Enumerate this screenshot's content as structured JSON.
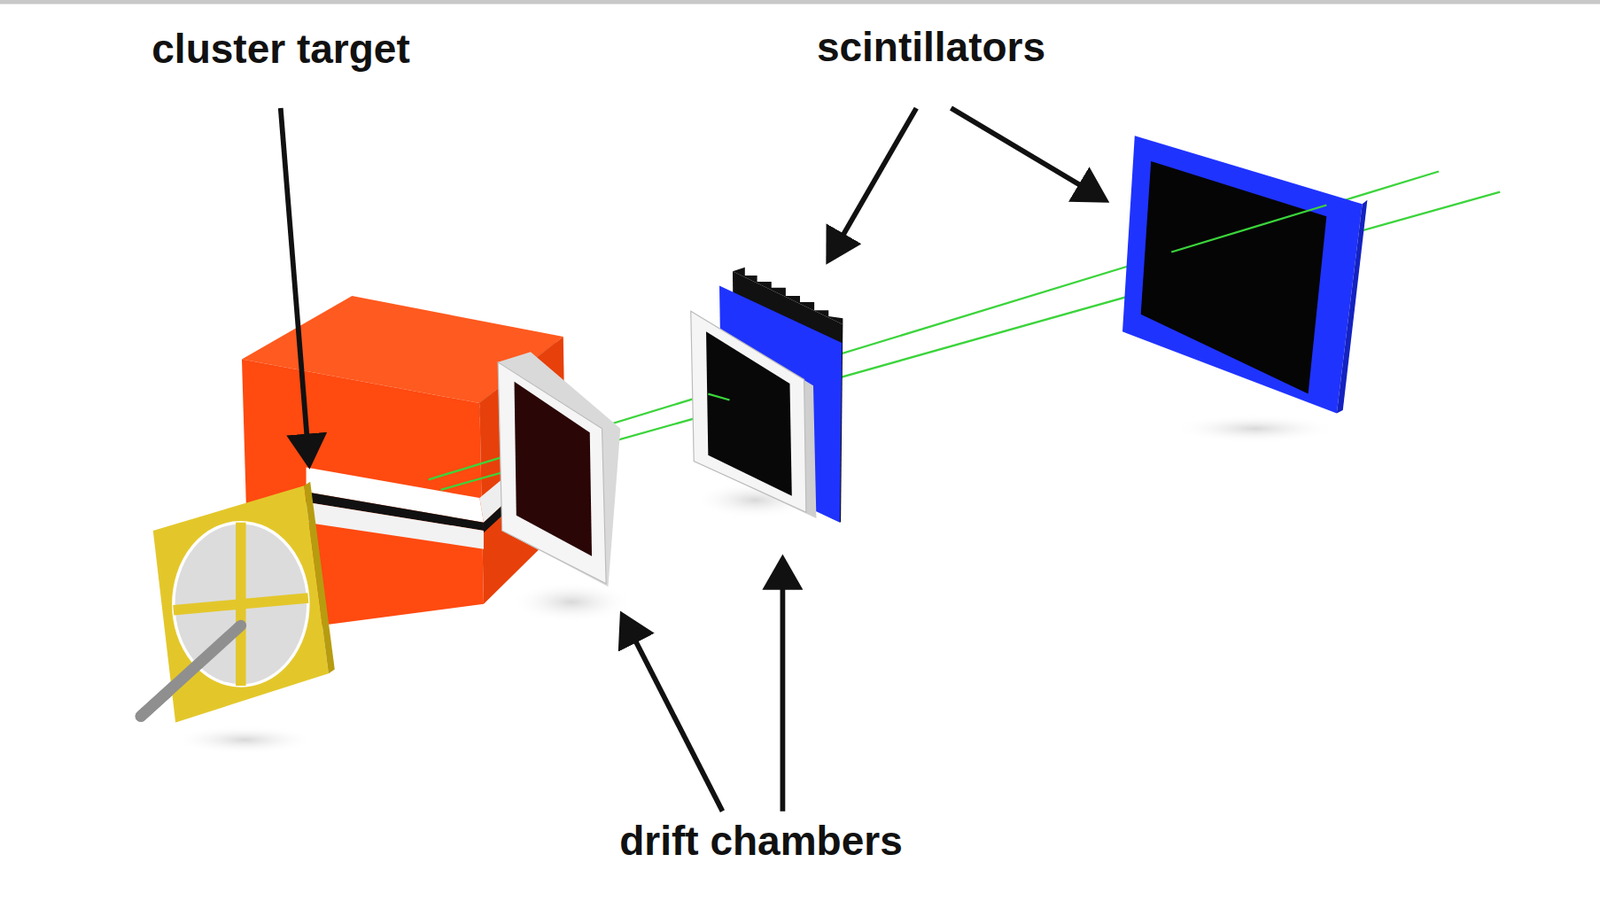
{
  "diagram": {
    "labels": [
      "cluster target",
      "scintillators",
      "drift chambers"
    ]
  }
}
